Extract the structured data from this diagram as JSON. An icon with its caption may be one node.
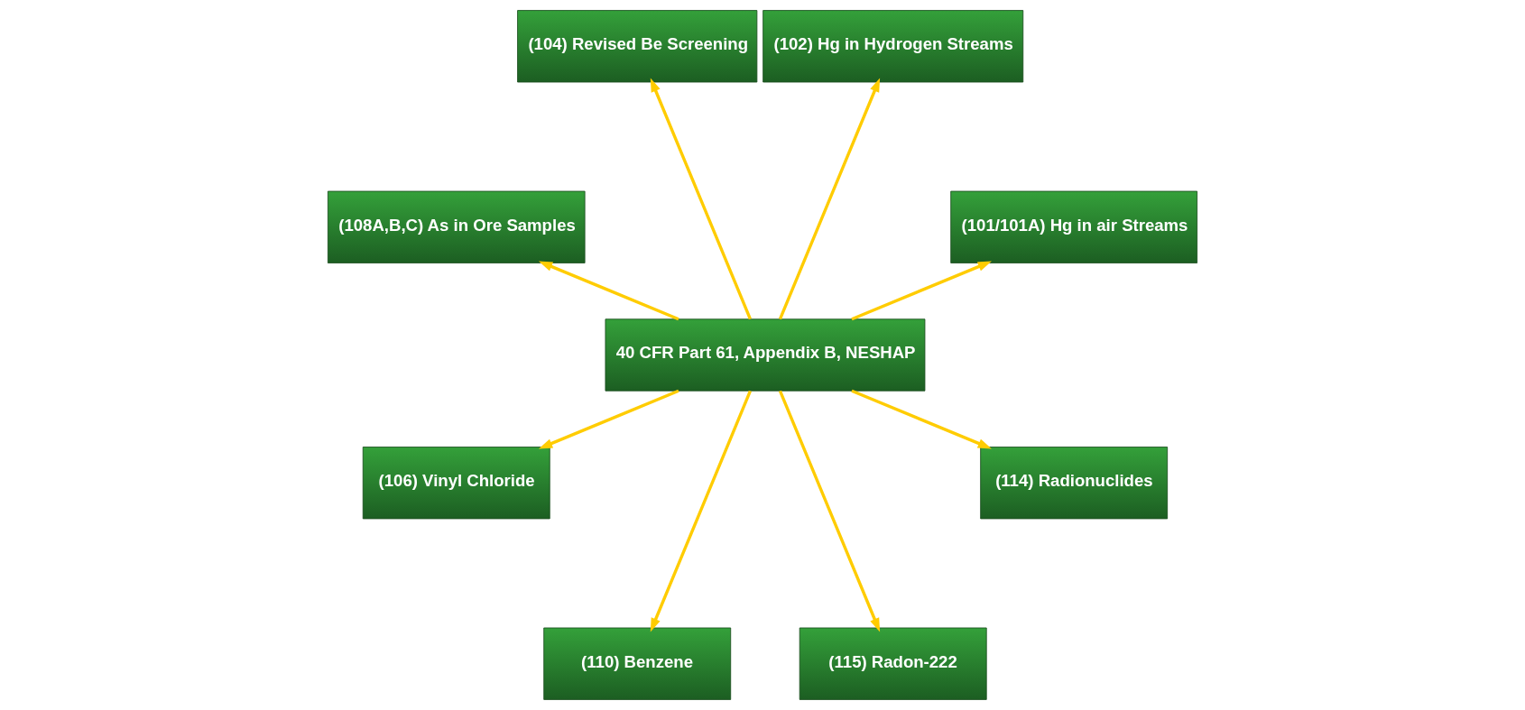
{
  "diagram": {
    "nodes": [
      {
        "text": [
          "(101/101A) Hg in air Streams"
        ]
      },
      {
        "text": [
          "(102) Hg in Hydrogen Streams"
        ]
      },
      {
        "text": [
          "(104) Revised Be Screening"
        ]
      },
      {
        "text": [
          "40 CFR Part 61, Appendix B, NESHAP"
        ]
      },
      {
        "text": [
          "(108A,B,C) As in Ore Samples"
        ]
      },
      {
        "text": [
          "(106) Vinyl Chloride"
        ]
      },
      {
        "text": [
          "(110) Benzene"
        ]
      },
      {
        "text": [
          "(115) Radon-222"
        ]
      },
      {
        "text": [
          "(114) Radionuclides"
        ]
      }
    ],
    "edges": [
      {
        "from": 3,
        "to": 0,
        "arrow": "to"
      },
      {
        "from": 3,
        "to": 1,
        "arrow": "to"
      },
      {
        "from": 3,
        "to": 2,
        "arrow": "to"
      },
      {
        "from": 3,
        "to": 4,
        "arrow": "to"
      },
      {
        "from": 3,
        "to": 5,
        "arrow": "to"
      },
      {
        "from": 3,
        "to": 6,
        "arrow": "to"
      },
      {
        "from": 3,
        "to": 7,
        "arrow": "to"
      },
      {
        "from": 3,
        "to": 8,
        "arrow": "to"
      }
    ]
  }
}
